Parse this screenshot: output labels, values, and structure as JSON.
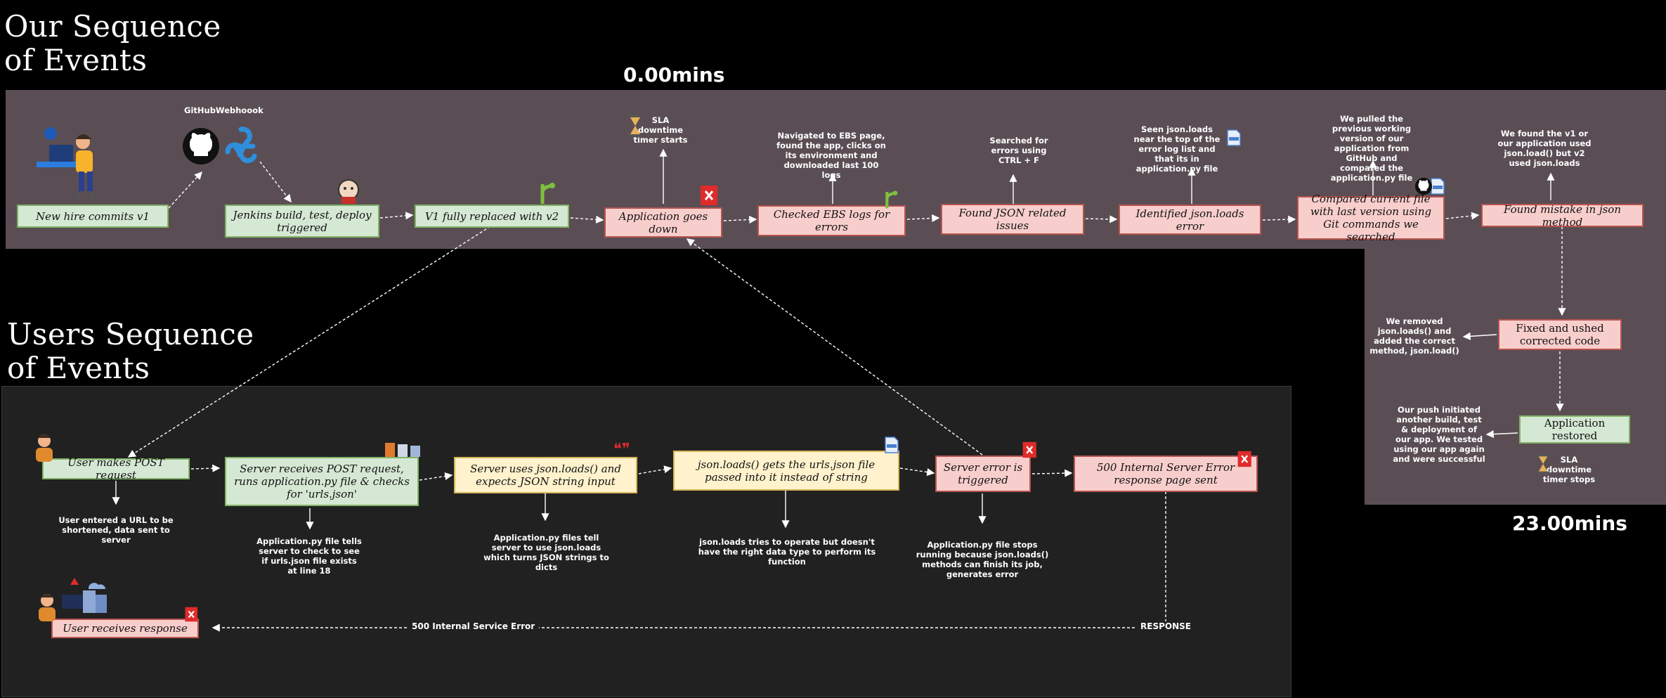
{
  "headings": {
    "ours": "Our Sequence\nof Events",
    "users": "Users Sequence\nof Events"
  },
  "timers": {
    "start": "0.00mins",
    "end": "23.00mins"
  },
  "labels": {
    "github_webhook": "GitHubWebhoook"
  },
  "our_steps": [
    {
      "text": "New hire commits v1"
    },
    {
      "text": "Jenkins build, test, deploy triggered"
    },
    {
      "text": "V1 fully replaced with v2"
    },
    {
      "text": "Application goes down"
    },
    {
      "text": "Checked EBS logs for errors"
    },
    {
      "text": "Found JSON related issues"
    },
    {
      "text": "Identified json.loads error"
    },
    {
      "text": "Compared current file with last version using Git commands we searched"
    },
    {
      "text": "Found mistake in json method"
    },
    {
      "text": "Fixed and ushed corrected code"
    },
    {
      "text": "Application restored"
    }
  ],
  "our_notes": [
    {
      "text": "SLA downtime timer starts"
    },
    {
      "text": "Navigated to EBS page, found the app, clicks on its environment and downloaded last 100 logs"
    },
    {
      "text": "Searched for errors using CTRL + F"
    },
    {
      "text": "Seen json.loads near the top of the error log list and that its in application.py file"
    },
    {
      "text": "We pulled the previous working version of our application from GitHub and compared the application.py file"
    },
    {
      "text": "We found the v1 or our application used json.load() but v2 used json.loads"
    },
    {
      "text": "We removed json.loads() and added the correct method, json.load()"
    },
    {
      "text": "Our push initiated another build, test & deployment of our app. We tested using our app again and were successful"
    },
    {
      "text": "SLA downtime timer stops"
    }
  ],
  "user_steps": [
    {
      "text": "User makes POST request"
    },
    {
      "text": "Server receives POST request, runs application.py file & checks for 'urls.json'"
    },
    {
      "text": "Server uses json.loads() and expects JSON string input"
    },
    {
      "text": "json.loads() gets the urls.json file passed into it instead of string"
    },
    {
      "text": "Server error is triggered"
    },
    {
      "text": "500 Internal Server Error response page sent"
    },
    {
      "text": "User receives response"
    }
  ],
  "user_notes": [
    {
      "text": "User entered a URL to be shortened, data sent to server"
    },
    {
      "text": "Application.py  file tells server to check to see if urls.json file exists at line 18"
    },
    {
      "text": "Application.py files tell server to use json.loads which turns JSON strings to dicts"
    },
    {
      "text": "json.loads tries to operate but doesn't have the right data type to perform its function"
    },
    {
      "text": "Application.py file stops running because json.loads() methods can finish its job, generates error"
    }
  ],
  "edge_labels": {
    "response": "RESPONSE",
    "internal_error": "500 Internal Service Error"
  },
  "icons": [
    "developer-icon",
    "github-icon",
    "webhook-icon",
    "jenkins-icon",
    "git-branch-icon",
    "error-icon",
    "hourglass-icon",
    "file-icon",
    "user-icon",
    "server-icon",
    "quote-icon"
  ],
  "colors": {
    "panel_top": "#5a4e54",
    "panel_bottom": "#212121",
    "green_fill": "#d5e8d4",
    "green_stroke": "#82b366",
    "red_fill": "#f8cecc",
    "red_stroke": "#b85450",
    "yellow_fill": "#fff2cc",
    "yellow_stroke": "#d6b656"
  }
}
